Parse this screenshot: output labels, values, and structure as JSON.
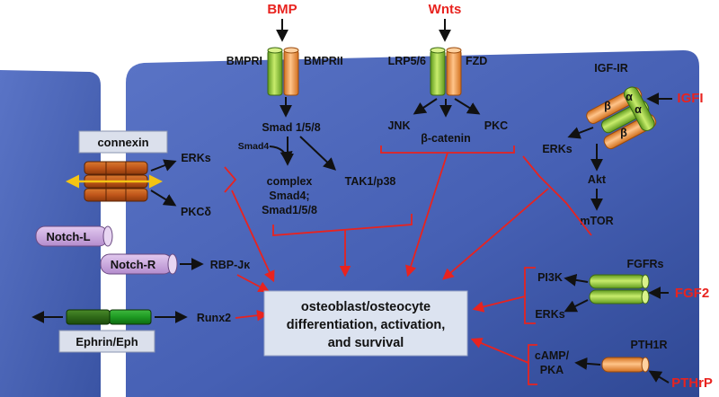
{
  "ligands": {
    "bmp": "BMP",
    "wnts": "Wnts",
    "igfi": "IGFI",
    "fgf2": "FGF2",
    "pthrp": "PTHrP"
  },
  "receptors": {
    "bmpri": "BMPRI",
    "bmprii": "BMPRII",
    "lrp56": "LRP5/6",
    "fzd": "FZD",
    "igf_ir": "IGF-IR",
    "igf_alpha": "α",
    "igf_beta": "β",
    "fgfrs": "FGFRs",
    "pth1r": "PTH1R"
  },
  "bmp_pathway": {
    "smad158": "Smad 1/5/8",
    "smad4": "Smad4",
    "complex_lines": [
      "complex",
      "Smad4;",
      "Smad1/5/8"
    ],
    "tak1": "TAK1/p38"
  },
  "wnt_pathway": {
    "jnk": "JNK",
    "beta_catenin": "β-catenin",
    "pkc": "PKC"
  },
  "igf_pathway": {
    "erks": "ERKs",
    "akt": "Akt",
    "mtor": "mTOR"
  },
  "fgf_pathway": {
    "pi3k": "PI3K",
    "erks": "ERKs"
  },
  "pth_pathway": {
    "camp_lines": [
      "cAMP/",
      "PKA"
    ]
  },
  "left_cell": {
    "connexin": "connexin",
    "erks": "ERKs",
    "pkc_delta": "PKCδ",
    "notch_l": "Notch-L",
    "notch_r": "Notch-R",
    "rbp": "RBP-Jκ",
    "runx2": "Runx2",
    "ephrin": "Ephrin/Eph"
  },
  "outcome": {
    "lines": [
      "osteoblast/osteocyte",
      "differentiation, activation,",
      "and survival"
    ]
  },
  "colors": {
    "cell_fill": "#4a64b8",
    "red": "#e8231f",
    "green": "#8cc63f",
    "orange": "#f5a04c",
    "connexin": "#c8641e",
    "notch": "#c9a3dd",
    "yellow_arrow": "#f4c414",
    "outcome_fill": "#dce3f0"
  }
}
